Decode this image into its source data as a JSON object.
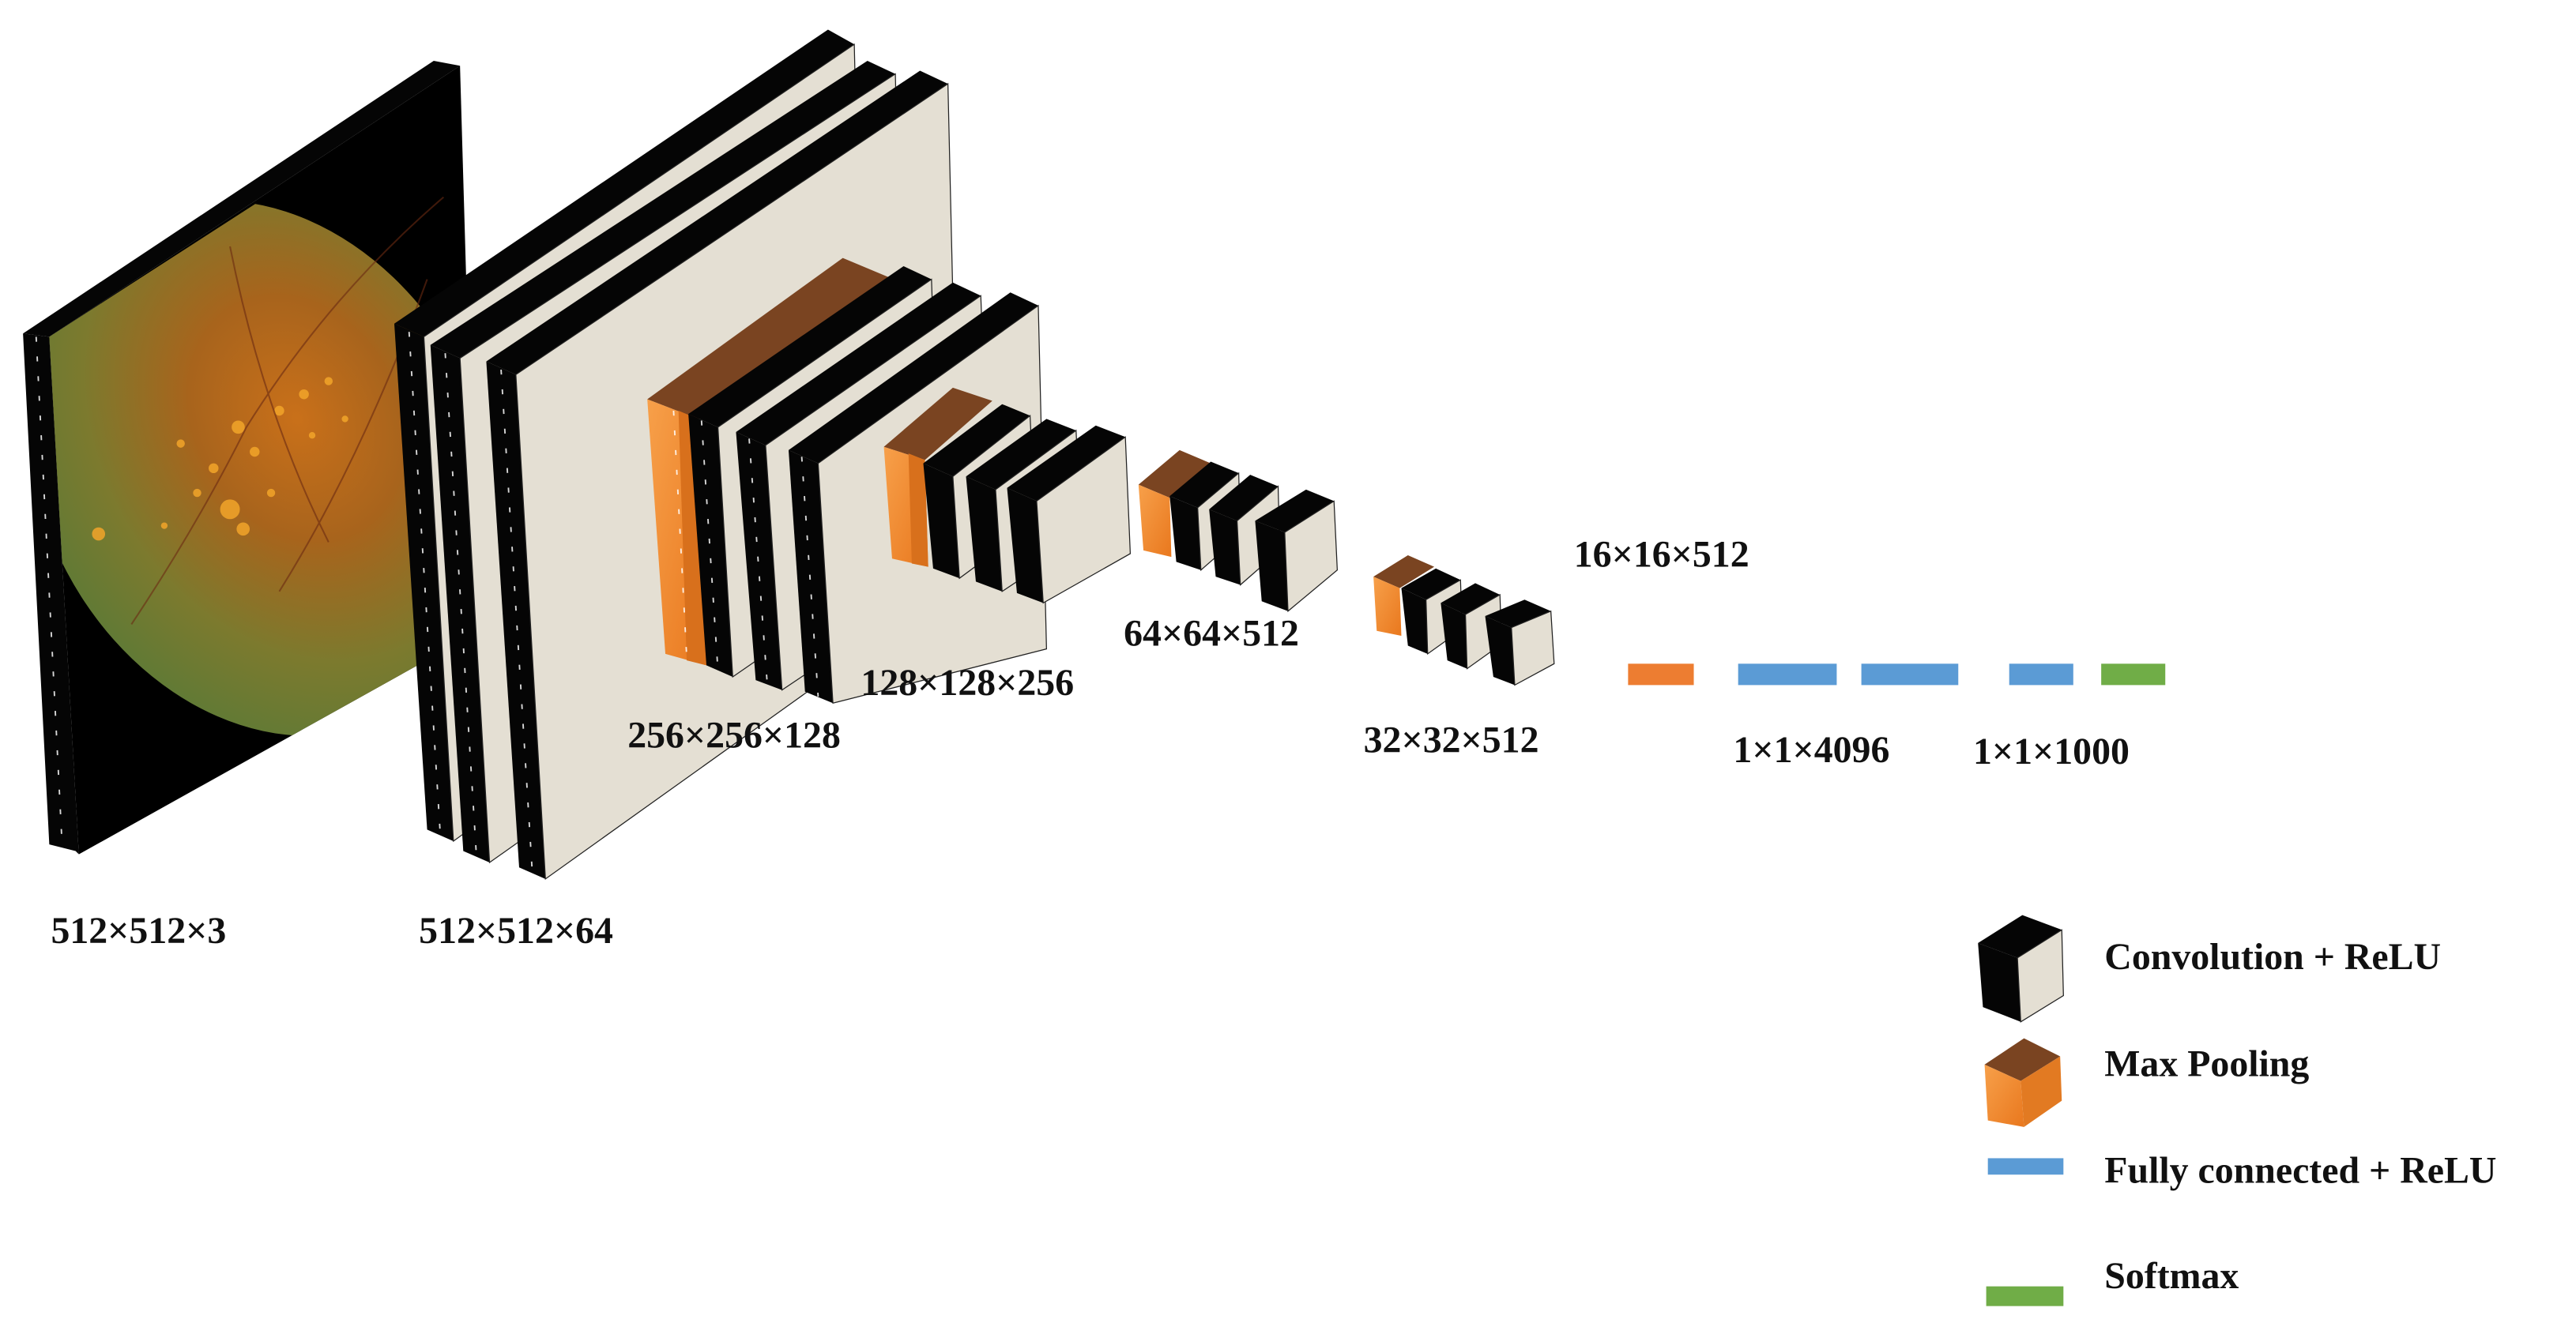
{
  "figure": {
    "title": "",
    "type": "CNN architecture diagram (VGG-style)",
    "colors": {
      "conv_front": "#E4DFD3",
      "conv_side": "#070707",
      "pool_front": "#F08A2C",
      "pool_side": "#E07A20",
      "pool_top": "#7A4421",
      "fully_connected": "#5B9BD5",
      "softmax": "#70AD47",
      "dense_pool": "#ED7D31",
      "text": "#111111"
    }
  },
  "input": {
    "label": "512×512×3",
    "content": "retinal fundus image"
  },
  "stages": [
    {
      "id": "stage1",
      "label": "512×512×64",
      "pool": false,
      "conv_count": 3
    },
    {
      "id": "stage2",
      "label": "256×256×128",
      "pool": true,
      "conv_count": 3
    },
    {
      "id": "stage3",
      "label": "128×128×256",
      "pool": true,
      "conv_count": 3
    },
    {
      "id": "stage4",
      "label": "64×64×512",
      "pool": true,
      "conv_count": 3
    },
    {
      "id": "stage5",
      "label": "32×32×512",
      "pool": true,
      "conv_count": 3
    },
    {
      "id": "stage6",
      "label": "16×16×512",
      "pool": true,
      "conv_count": 0
    }
  ],
  "dense": {
    "fc_label": "1×1×4096",
    "out_label": "1×1×1000",
    "bars": [
      {
        "type": "max_pooling",
        "color": "#ED7D31"
      },
      {
        "type": "fully_connected",
        "color": "#5B9BD5"
      },
      {
        "type": "fully_connected",
        "color": "#5B9BD5"
      },
      {
        "type": "fully_connected",
        "color": "#5B9BD5"
      },
      {
        "type": "softmax",
        "color": "#70AD47"
      }
    ]
  },
  "legend": {
    "items": [
      {
        "key": "conv",
        "label": "Convolution + ReLU"
      },
      {
        "key": "pool",
        "label": "Max Pooling"
      },
      {
        "key": "fc",
        "label": "Fully connected + ReLU"
      },
      {
        "key": "softmax",
        "label": "Softmax"
      }
    ]
  }
}
